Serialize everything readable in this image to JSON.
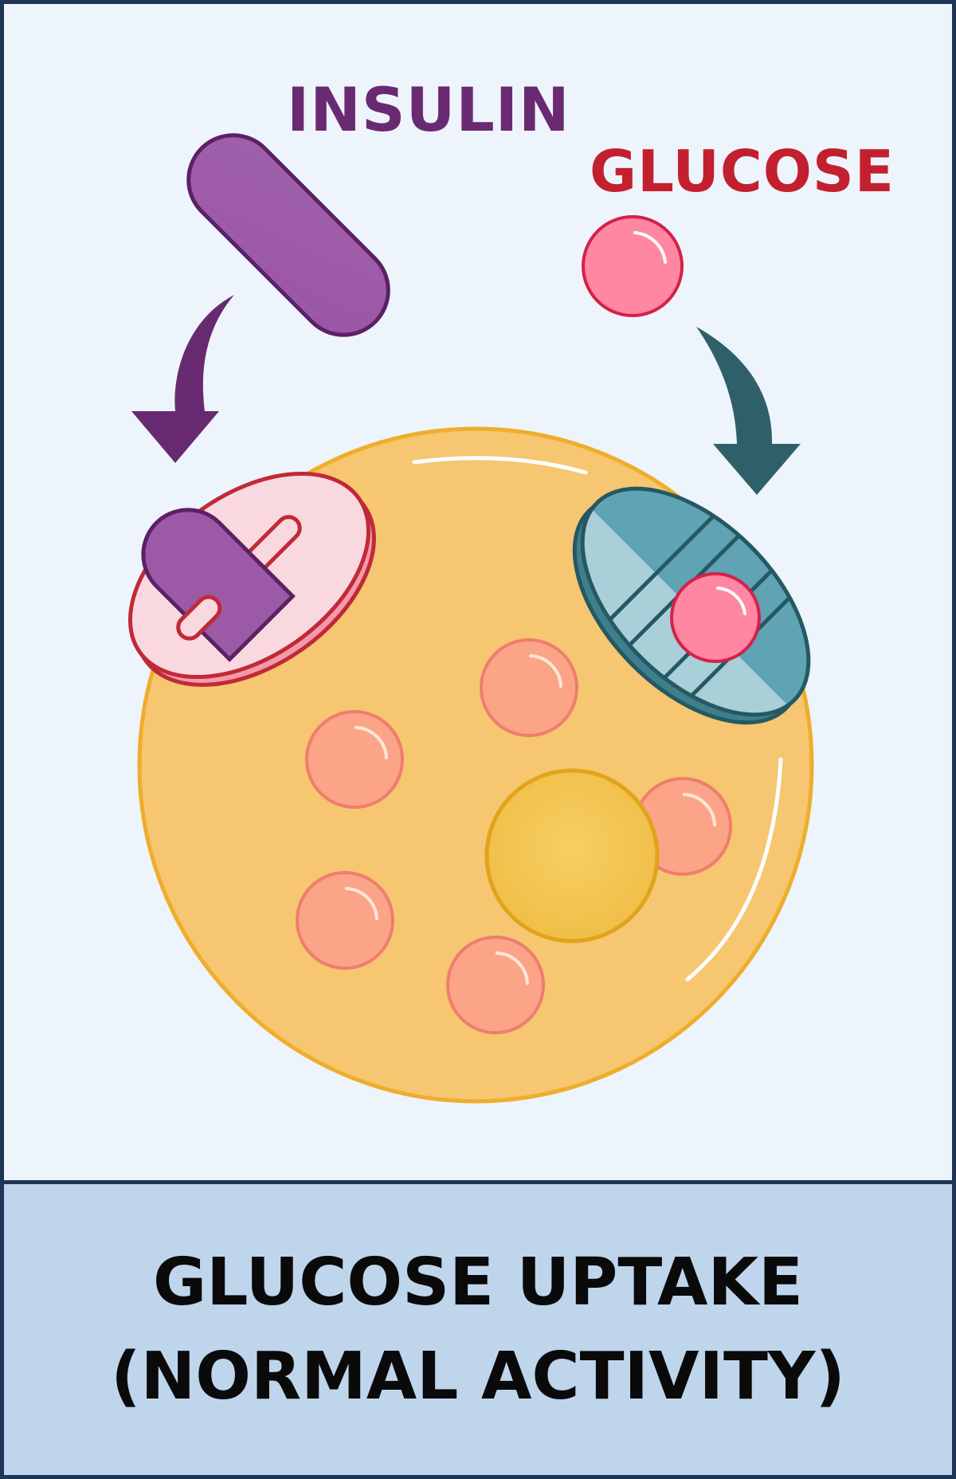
{
  "labels": {
    "insulin": "INSULIN",
    "glucose": "GLUCOSE"
  },
  "caption": {
    "line1": "GLUCOSE UPTAKE",
    "line2": "(NORMAL ACTIVITY)"
  },
  "colors": {
    "border": "#1f3556",
    "background": "#eef4fb",
    "caption_panel": "#bed5ec",
    "insulin": "#9c5aa6",
    "insulin_arrow": "#672a70",
    "glucose": "#ff87a2",
    "glucose_arrow": "#2f6069",
    "cell": "#f6c670",
    "nucleus": "#f2c658",
    "vesicle": "#fca487",
    "receptor": "#f9d9df",
    "transporter": "#5fa3b5"
  },
  "icons": {
    "insulin_molecule": "capsule-shape",
    "glucose_molecule": "sphere",
    "insulin_receptor": "disc-with-slot",
    "glucose_transporter": "striped-ellipse-channel",
    "arrows": "curved-down-arrow"
  }
}
